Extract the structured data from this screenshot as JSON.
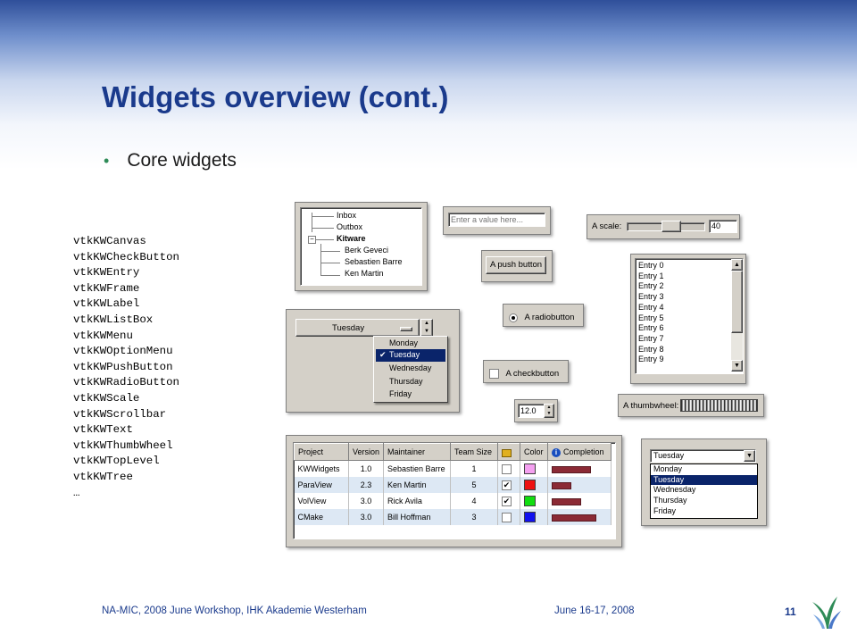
{
  "slide": {
    "title": "Widgets overview (cont.)",
    "bullet": "Core widgets",
    "class_list": [
      "vtkKWCanvas",
      "vtkKWCheckButton",
      "vtkKWEntry",
      "vtkKWFrame",
      "vtkKWLabel",
      "vtkKWListBox",
      "vtkKWMenu",
      "vtkKWOptionMenu",
      "vtkKWPushButton",
      "vtkKWRadioButton",
      "vtkKWScale",
      "vtkKWScrollbar",
      "vtkKWText",
      "vtkKWThumbWheel",
      "vtkKWTopLevel",
      "vtkKWTree",
      "…"
    ]
  },
  "tree": {
    "items": [
      "Inbox",
      "Outbox",
      "Kitware",
      "Berk Geveci",
      "Sebastien Barre",
      "Ken Martin"
    ]
  },
  "entry": {
    "placeholder": "Enter a value here..."
  },
  "scale": {
    "label": "A scale:",
    "value": "40"
  },
  "push_button": {
    "label": "A push button"
  },
  "radio_button": {
    "label": "A radiobutton"
  },
  "check_button": {
    "label": "A checkbutton"
  },
  "spinbox": {
    "value": "12.0"
  },
  "thumbwheel": {
    "label": "A thumbwheel:"
  },
  "listbox": {
    "entries": [
      "Entry 0",
      "Entry 1",
      "Entry 2",
      "Entry 3",
      "Entry 4",
      "Entry 5",
      "Entry 6",
      "Entry 7",
      "Entry 8",
      "Entry 9"
    ]
  },
  "option_menu": {
    "selected": "Tuesday",
    "items": [
      "Monday",
      "Tuesday",
      "Wednesday",
      "Thursday",
      "Friday"
    ],
    "check": "✔"
  },
  "combo": {
    "selected": "Tuesday",
    "items": [
      "Monday",
      "Tuesday",
      "Wednesday",
      "Thursday",
      "Friday"
    ]
  },
  "table": {
    "headers": [
      "Project",
      "Version",
      "Maintainer",
      "Team Size",
      "",
      "Color",
      "Completion"
    ],
    "rows": [
      {
        "project": "KWWidgets",
        "version": "1.0",
        "maintainer": "Sebastien Barre",
        "team": "1",
        "checked": "",
        "color": "#f4a0f0",
        "completion": 0.75
      },
      {
        "project": "ParaView",
        "version": "2.3",
        "maintainer": "Ken Martin",
        "team": "5",
        "checked": "✔",
        "color": "#ee1111",
        "completion": 0.35
      },
      {
        "project": "VolView",
        "version": "3.0",
        "maintainer": "Rick Avila",
        "team": "4",
        "checked": "✔",
        "color": "#11dd11",
        "completion": 0.55
      },
      {
        "project": "CMake",
        "version": "3.0",
        "maintainer": "Bill Hoffman",
        "team": "3",
        "checked": "",
        "color": "#1111ee",
        "completion": 0.85
      }
    ]
  },
  "footer": {
    "left": "NA-MIC, 2008 June Workshop, IHK Akademie Westerham",
    "date": "June 16-17, 2008",
    "page": "11"
  },
  "icons": {
    "lock": "lock-icon",
    "info": "info-icon",
    "logo": "namic-logo"
  },
  "colors": {
    "title": "#1a3a8c",
    "bullet": "#2e8b57",
    "selection": "#0a246a",
    "bar": "#8b2a35"
  }
}
